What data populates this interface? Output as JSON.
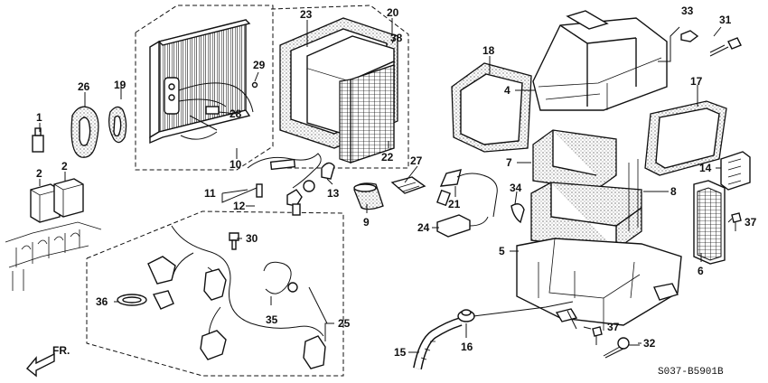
{
  "callouts": [
    "1",
    "2",
    "2",
    "4",
    "5",
    "6",
    "7",
    "8",
    "9",
    "10",
    "11",
    "12",
    "13",
    "14",
    "15",
    "16",
    "17",
    "18",
    "19",
    "20",
    "21",
    "22",
    "23",
    "24",
    "25",
    "26",
    "27",
    "28",
    "29",
    "30",
    "31",
    "32",
    "33",
    "34",
    "35",
    "36",
    "37",
    "37",
    "38"
  ],
  "diagram_code": "S037-B5901B",
  "direction_label": "FR."
}
